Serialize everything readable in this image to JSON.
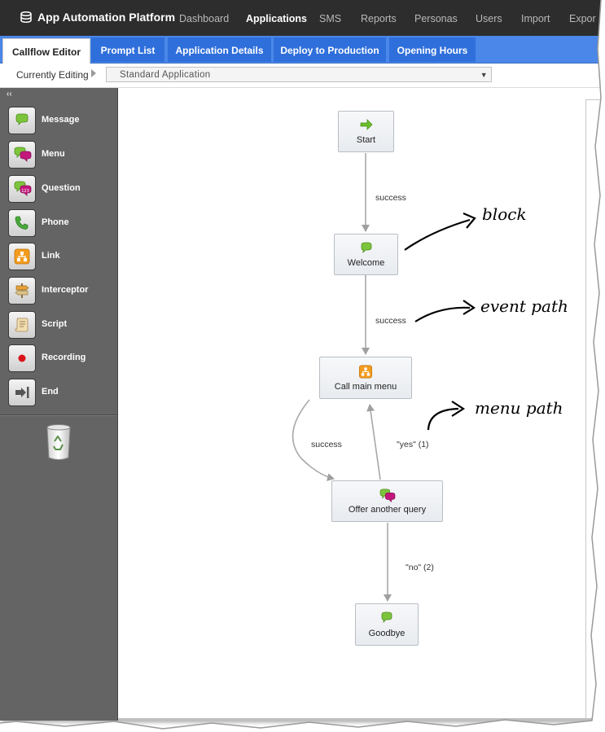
{
  "app": {
    "title": "App Automation Platform"
  },
  "nav": {
    "items": [
      "Dashboard",
      "Applications",
      "SMS",
      "Reports",
      "Personas",
      "Users",
      "Import",
      "Expor"
    ],
    "active": "Applications"
  },
  "tabs": [
    "Callflow Editor",
    "Prompt List",
    "Application Details",
    "Deploy to Production",
    "Opening Hours"
  ],
  "active_tab": "Callflow Editor",
  "editing": {
    "label": "Currently Editing",
    "value": "Standard Application"
  },
  "palette": [
    {
      "label": "Message",
      "icon": "message-icon"
    },
    {
      "label": "Menu",
      "icon": "menu-icon"
    },
    {
      "label": "Question",
      "icon": "question-icon"
    },
    {
      "label": "Phone",
      "icon": "phone-icon"
    },
    {
      "label": "Link",
      "icon": "link-icon"
    },
    {
      "label": "Interceptor",
      "icon": "interceptor-icon"
    },
    {
      "label": "Script",
      "icon": "script-icon"
    },
    {
      "label": "Recording",
      "icon": "recording-icon"
    },
    {
      "label": "End",
      "icon": "end-icon"
    }
  ],
  "flow": {
    "nodes": {
      "start": "Start",
      "welcome": "Welcome",
      "callmenu": "Call main menu",
      "offer": "Offer another query",
      "goodbye": "Goodbye"
    },
    "edges": {
      "start_welcome": "success",
      "welcome_callmenu": "success",
      "callmenu_offer": "success",
      "offer_callmenu": "\"yes\" (1)",
      "offer_goodbye": "\"no\" (2)"
    }
  },
  "annotations": {
    "block": "block",
    "event_path": "event path",
    "menu_path": "menu path"
  },
  "colors": {
    "nav_bg": "#2d2d2d",
    "tab_blue": "#2f6fdb",
    "sidebar": "#646464",
    "message_green": "#7cc43b",
    "menu_pink": "#c2187c",
    "link_orange": "#f39c1e"
  }
}
